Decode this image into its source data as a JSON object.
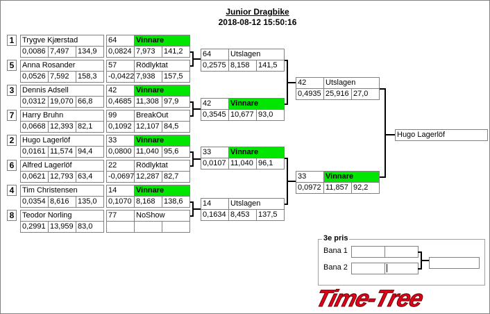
{
  "header": {
    "title": "Junior Dragbike",
    "datetime": "2018-08-12 15:50:16"
  },
  "colors": {
    "winner": "#00e600",
    "logo": "#e0001a"
  },
  "entrants": [
    {
      "seed": "1",
      "name": "Trygve Kjærstad",
      "rt": "0,0086",
      "et": "7,497",
      "speed": "134,9"
    },
    {
      "seed": "5",
      "name": "Anna Rosander",
      "rt": "0,0526",
      "et": "7,592",
      "speed": "158,3"
    },
    {
      "seed": "3",
      "name": "Dennis Adsell",
      "rt": "0,0312",
      "et": "19,070",
      "speed": "66,8"
    },
    {
      "seed": "7",
      "name": "Harry Bruhn",
      "rt": "0,0668",
      "et": "12,393",
      "speed": "82,1"
    },
    {
      "seed": "2",
      "name": "Hugo  Lagerlöf",
      "rt": "0,0161",
      "et": "11,574",
      "speed": "94,4"
    },
    {
      "seed": "6",
      "name": "Alfred Lagerlöf",
      "rt": "0,0621",
      "et": "12,793",
      "speed": "63,4"
    },
    {
      "seed": "4",
      "name": "Tim Christensen",
      "rt": "0,0354",
      "et": "8,616",
      "speed": "135,0"
    },
    {
      "seed": "8",
      "name": "Teodor Norling",
      "rt": "0,2991",
      "et": "13,959",
      "speed": "83,0"
    }
  ],
  "round1": [
    {
      "num": "64",
      "status": "Vinnare",
      "win": true,
      "rt": "0,0824",
      "et": "7,973",
      "speed": "141,2"
    },
    {
      "num": "57",
      "status": "Rödlyktat",
      "win": false,
      "rt": "-0,0422",
      "et": "7,938",
      "speed": "157,5"
    },
    {
      "num": "42",
      "status": "Vinnare",
      "win": true,
      "rt": "0,4685",
      "et": "11,308",
      "speed": "97,9"
    },
    {
      "num": "99",
      "status": "BreakOut",
      "win": false,
      "rt": "0,1092",
      "et": "12,107",
      "speed": "84,5"
    },
    {
      "num": "33",
      "status": "Vinnare",
      "win": true,
      "rt": "0,0800",
      "et": "11,040",
      "speed": "95,6"
    },
    {
      "num": "22",
      "status": "Rödlyktat",
      "win": false,
      "rt": "-0,0697",
      "et": "12,287",
      "speed": "82,7"
    },
    {
      "num": "14",
      "status": "Vinnare",
      "win": true,
      "rt": "0,1070",
      "et": "8,168",
      "speed": "138,6"
    },
    {
      "num": "77",
      "status": "NoShow",
      "win": false,
      "rt": "",
      "et": "",
      "speed": ""
    }
  ],
  "round2": [
    {
      "num": "64",
      "status": "Utslagen",
      "win": false,
      "rt": "0,2575",
      "et": "8,158",
      "speed": "141,5"
    },
    {
      "num": "42",
      "status": "Vinnare",
      "win": true,
      "rt": "0,3545",
      "et": "10,677",
      "speed": "93,0"
    },
    {
      "num": "33",
      "status": "Vinnare",
      "win": true,
      "rt": "0,0107",
      "et": "11,040",
      "speed": "96,1"
    },
    {
      "num": "14",
      "status": "Utslagen",
      "win": false,
      "rt": "0,1634",
      "et": "8,453",
      "speed": "137,5"
    }
  ],
  "round3": [
    {
      "num": "42",
      "status": "Utslagen",
      "win": false,
      "rt": "0,4935",
      "et": "25,916",
      "speed": "27,0"
    },
    {
      "num": "33",
      "status": "Vinnare",
      "win": true,
      "rt": "0,0972",
      "et": "11,857",
      "speed": "92,2"
    }
  ],
  "final": {
    "winner": "Hugo  Lagerlöf"
  },
  "third_place": {
    "title": "3e pris",
    "lane1": "Bana 1",
    "lane2": "Bana 2"
  },
  "logo": "Time-Tree"
}
